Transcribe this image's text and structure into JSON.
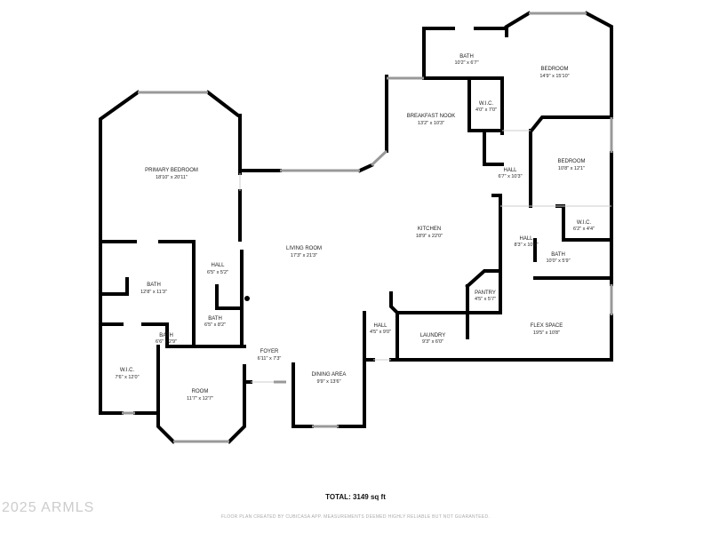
{
  "floor_plan": {
    "rooms": [
      {
        "name": "PRIMARY BEDROOM",
        "dims": "18'10\" x 20'11\""
      },
      {
        "name": "BATH",
        "dims": "12'8\" x 11'3\""
      },
      {
        "name": "HALL",
        "dims": "6'5\" x 5'2\""
      },
      {
        "name": "BATH",
        "dims": "6'5\" x 8'2\""
      },
      {
        "name": "BATH",
        "dims": "6'6\" x 2'9\""
      },
      {
        "name": "W.I.C.",
        "dims": "7'6\" x 12'0\""
      },
      {
        "name": "ROOM",
        "dims": "11'7\" x 12'7\""
      },
      {
        "name": "FOYER",
        "dims": "6'11\" x 7'3\""
      },
      {
        "name": "LIVING ROOM",
        "dims": "17'3\" x 21'3\""
      },
      {
        "name": "DINING AREA",
        "dims": "9'9\" x 13'6\""
      },
      {
        "name": "HALL",
        "dims": "4'5\" x 9'0\""
      },
      {
        "name": "LAUNDRY",
        "dims": "9'3\" x 6'0\""
      },
      {
        "name": "PANTRY",
        "dims": "4'5\" x 5'7\""
      },
      {
        "name": "KITCHEN",
        "dims": "18'9\" x 22'0\""
      },
      {
        "name": "BREAKFAST NOOK",
        "dims": "13'2\" x 10'3\""
      },
      {
        "name": "BATH",
        "dims": "10'2\" x 6'7\""
      },
      {
        "name": "W.I.C.",
        "dims": "4'0\" x 7'0\""
      },
      {
        "name": "BEDROOM",
        "dims": "14'9\" x 15'10\""
      },
      {
        "name": "HALL",
        "dims": "6'7\" x 10'3\""
      },
      {
        "name": "BEDROOM",
        "dims": "10'8\" x 12'1\""
      },
      {
        "name": "W.I.C.",
        "dims": "6'2\" x 4'4\""
      },
      {
        "name": "HALL",
        "dims": "8'3\" x 10'0\""
      },
      {
        "name": "BATH",
        "dims": "10'0\" x 5'9\""
      },
      {
        "name": "FLEX SPACE",
        "dims": "19'5\" x 10'8\""
      }
    ]
  },
  "footer": {
    "total": "TOTAL: 3149 sq ft",
    "disclaimer": "FLOOR PLAN CREATED BY CUBICASA APP. MEASUREMENTS DEEMED HIGHLY RELIABLE BUT NOT GUARANTEED.",
    "watermark": "2025 ARMLS"
  }
}
